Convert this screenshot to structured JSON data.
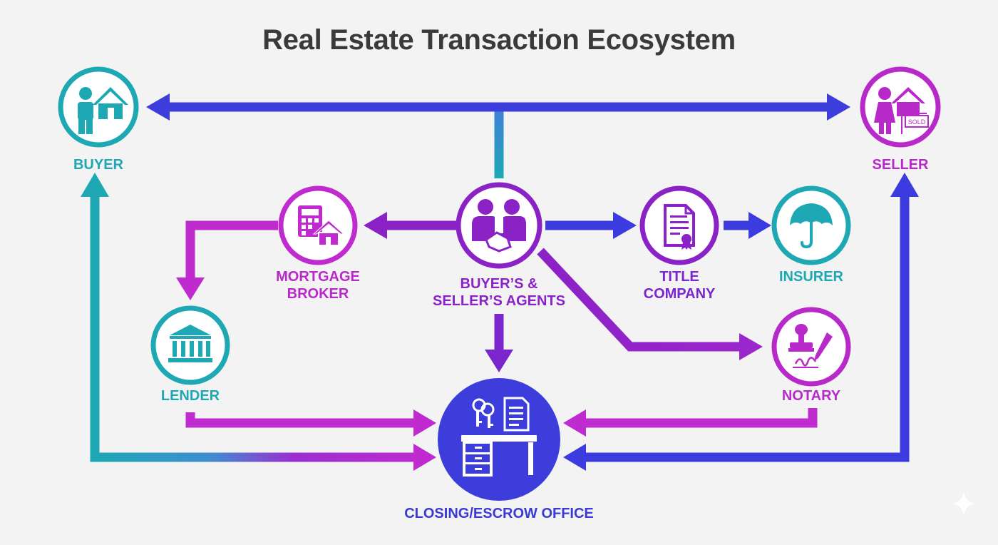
{
  "title": "Real Estate Transaction Ecosystem",
  "nodes": {
    "buyer": {
      "label": "BUYER",
      "icon": "buyer-house-icon"
    },
    "seller": {
      "label": "SELLER",
      "icon": "seller-sold-sign-icon",
      "sign_text": "SOLD"
    },
    "agents": {
      "label_line1": "BUYER’S &",
      "label_line2": "SELLER’S AGENTS",
      "icon": "handshake-agents-icon"
    },
    "mortgage_broker": {
      "label_line1": "MORTGAGE",
      "label_line2": "BROKER",
      "icon": "calculator-house-icon"
    },
    "title_company": {
      "label_line1": "TITLE",
      "label_line2": "COMPANY",
      "icon": "certificate-document-icon"
    },
    "insurer": {
      "label": "INSURER",
      "icon": "umbrella-icon"
    },
    "lender": {
      "label": "LENDER",
      "icon": "bank-icon"
    },
    "notary": {
      "label": "NOTARY",
      "icon": "stamp-pen-icon"
    },
    "closing": {
      "label": "CLOSING/ESCROW OFFICE",
      "icon": "desk-keys-document-icon"
    }
  },
  "colors": {
    "teal": "#1ea8b4",
    "magenta": "#c02bd0",
    "purple": "#8a22c6",
    "blue": "#3b3be0",
    "title": "#3a3a3c",
    "background": "#f3f3f4"
  }
}
